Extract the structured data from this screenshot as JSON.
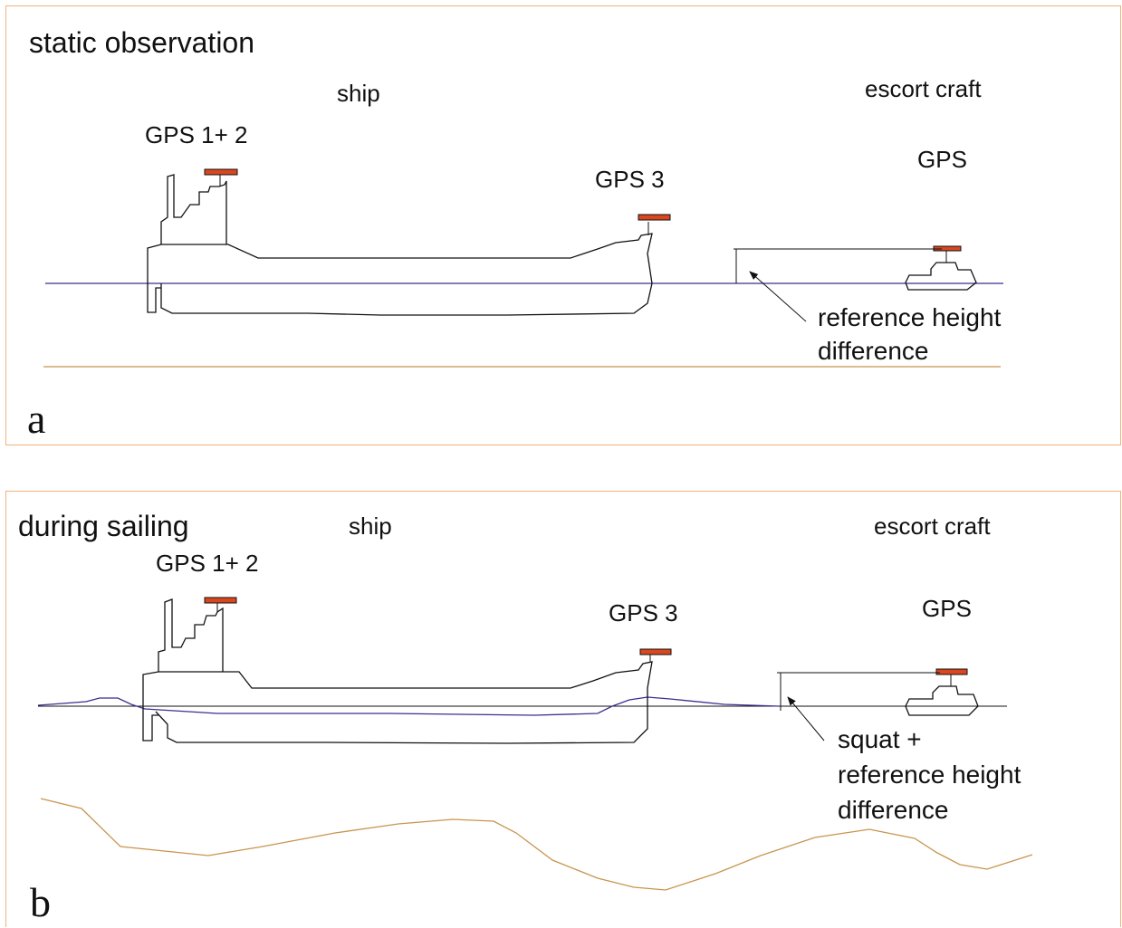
{
  "panel_a": {
    "title": "static observation",
    "ship_label": "ship",
    "escort_label": "escort craft",
    "gps12_label": "GPS 1+ 2",
    "gps3_label": "GPS 3",
    "gps_label": "GPS",
    "annotation_line1": "reference height",
    "annotation_line2": "difference",
    "letter": "a"
  },
  "panel_b": {
    "title": "during sailing",
    "ship_label": "ship",
    "escort_label": "escort craft",
    "gps12_label": "GPS 1+ 2",
    "gps3_label": "GPS 3",
    "gps_label": "GPS",
    "annotation_line1": "squat +",
    "annotation_line2": "reference height",
    "annotation_line3": "difference",
    "letter": "b"
  },
  "colors": {
    "panel_border": "#f2b27a",
    "antenna": "#d9471f",
    "waterline": "#3b2f8f",
    "seabed": "#c8954f"
  }
}
